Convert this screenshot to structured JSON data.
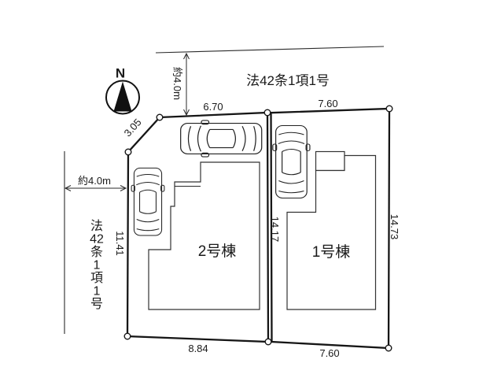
{
  "compass": {
    "north_label": "N"
  },
  "top_road": {
    "name": "法42条1項1号",
    "width_label": "約4.0m"
  },
  "left_road": {
    "name_chars": [
      "法",
      "42",
      "条",
      "1",
      "項",
      "1",
      "号"
    ],
    "width_label": "約4.0m"
  },
  "lot1": {
    "building_label": "1号棟",
    "top_dim": "7.60",
    "bottom_dim": "7.60",
    "right_dim": "14.73"
  },
  "lot2": {
    "building_label": "2号棟",
    "top_dim": "6.70",
    "bottom_dim": "8.84",
    "left_dim": "11.41",
    "corner_dim": "3.05"
  },
  "divider_dim": "14.17"
}
